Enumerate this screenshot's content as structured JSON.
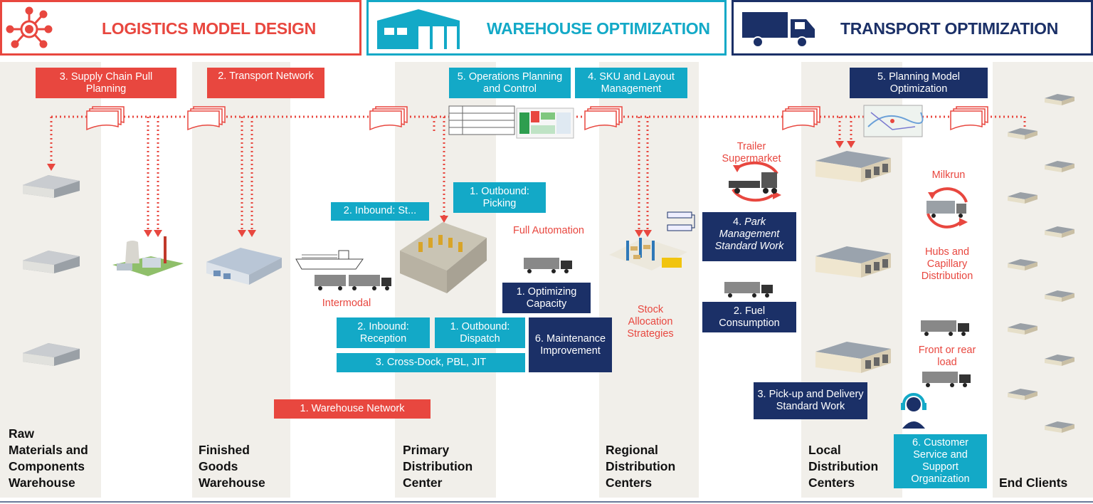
{
  "headers": {
    "logistics": "LOGISTICS MODEL DESIGN",
    "warehouse": "WAREHOUSE OPTIMIZATION",
    "transport": "TRANSPORT OPTIMIZATION"
  },
  "colors": {
    "red": "#e8473f",
    "teal": "#13a9c7",
    "navy": "#1b3067",
    "column_bg": "#f1efea"
  },
  "top_boxes": {
    "supply_chain": "3. Supply Chain Pull Planning",
    "transport_network": "2. Transport Network",
    "operations_planning": "5. Operations Planning and Control",
    "sku_layout": "4. SKU and Layout Management",
    "planning_model": "5. Planning Model Optimization"
  },
  "boxes": {
    "outbound_picking": "1. Outbound: Picking",
    "inbound_storage": "2. Inbound: St...",
    "optimizing_capacity": "1. Optimizing Capacity",
    "inbound_reception": "2. Inbound: Reception",
    "outbound_dispatch": "1. Outbound: Dispatch",
    "maintenance": "6. Maintenance Improvement",
    "cross_dock": "3. Cross-Dock, PBL, JIT",
    "warehouse_network": "1. Warehouse Network",
    "park_management_num": "4.",
    "park_management": "Park Management Standard Work",
    "fuel": "2. Fuel Consumption",
    "pickup_delivery": "3. Pick-up and Delivery Standard Work",
    "customer_service": "6. Customer Service and Support Organization"
  },
  "red_labels": {
    "intermodal": "Intermodal",
    "full_automation": "Full Automation",
    "stock_allocation": "Stock\nAllocation\nStrategies",
    "trailer_supermarket": "Trailer\nSupermarket",
    "milkrun": "Milkrun",
    "hubs": "Hubs and\nCapillary\nDistribution",
    "front_rear": "Front or rear\nload"
  },
  "nodes": {
    "raw": "Raw\nMaterials and\nComponents\nWarehouse",
    "finished": "Finished\nGoods\nWarehouse",
    "primary": "Primary\nDistribution\nCenter",
    "regional": "Regional\nDistribution\nCenters",
    "local": "Local\nDistribution\nCenters",
    "end": "End Clients"
  },
  "icons": [
    "network-hub-icon",
    "warehouse-building-icon",
    "delivery-truck-icon",
    "document-stack-icon",
    "factory-icon",
    "ship-icon",
    "truck-icon",
    "warehouse-icon",
    "headset-operator-icon",
    "cycle-arrows-icon"
  ]
}
